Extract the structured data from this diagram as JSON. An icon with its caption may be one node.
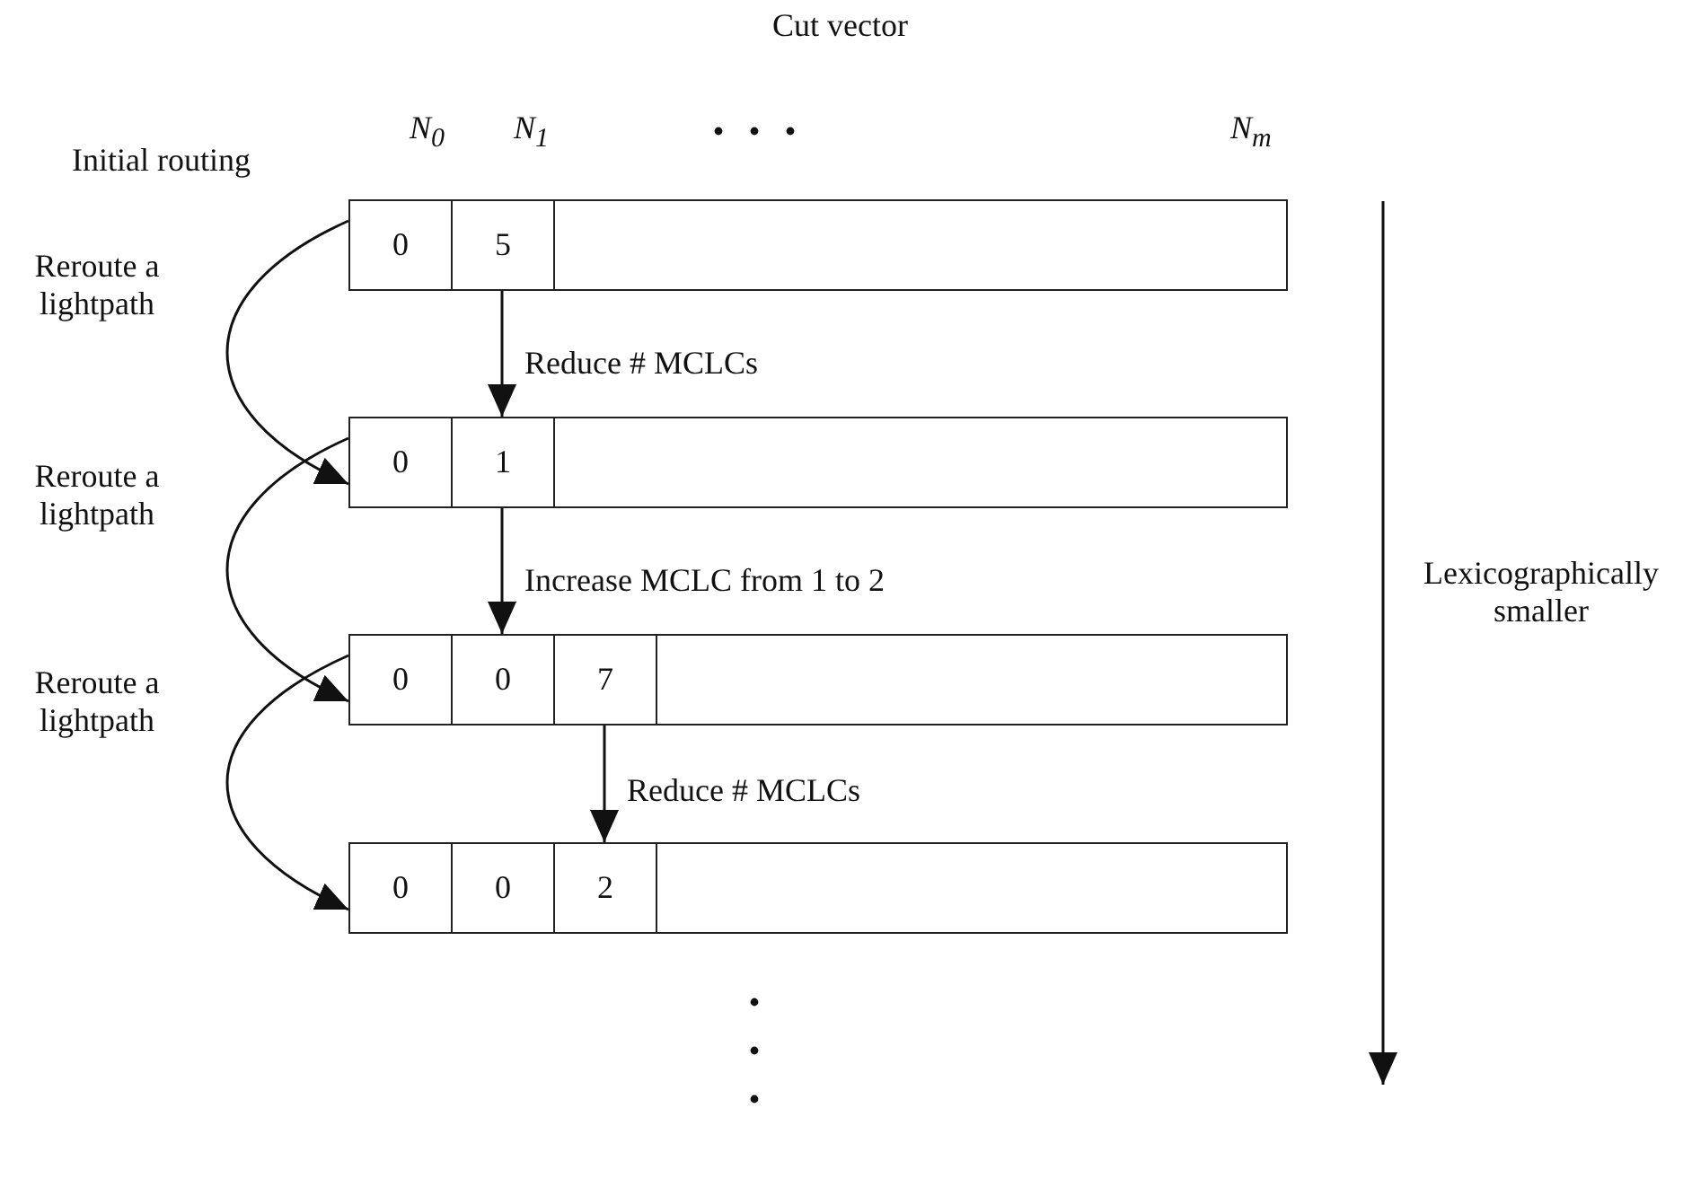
{
  "diagram": {
    "nodes": [
      {
        "text": [],
        "shape": "box",
        "beside": [
          "Initial routing"
        ]
      },
      {
        "text": [
          "0"
        ],
        "in": 0
      },
      {
        "text": [
          "5"
        ],
        "in": 0
      },
      {
        "text": [],
        "shape": "box"
      },
      {
        "text": [
          "0"
        ],
        "in": 3
      },
      {
        "text": [
          "1"
        ],
        "in": 3
      },
      {
        "text": [],
        "shape": "box"
      },
      {
        "text": [
          "0"
        ],
        "in": 6
      },
      {
        "text": [
          "0"
        ],
        "in": 6
      },
      {
        "text": [
          "7"
        ],
        "in": 6
      },
      {
        "text": [],
        "shape": "box"
      },
      {
        "text": [
          "0"
        ],
        "in": 10
      },
      {
        "text": [
          "0"
        ],
        "in": 10
      },
      {
        "text": [
          "2"
        ],
        "in": 10
      }
    ],
    "edges": [
      {
        "from": 1,
        "to": 4,
        "arrow": "to",
        "label": "Reroute a lightpath"
      },
      {
        "from": 2,
        "to": 5,
        "arrow": "to",
        "label": "Reduce # MCLCs"
      },
      {
        "from": 4,
        "to": 7,
        "arrow": "to",
        "label": "Reroute a lightpath"
      },
      {
        "from": 5,
        "to": 8,
        "arrow": "to",
        "label": "Increase MCLC from 1 to 2"
      },
      {
        "from": 7,
        "to": 11,
        "arrow": "to",
        "label": "Reroute a lightpath"
      },
      {
        "from": 9,
        "to": 13,
        "arrow": "to",
        "label": "Reduce # MCLCs"
      }
    ],
    "labels": [
      "Cut vector",
      "N$_{0}$",
      "N$_{1}$",
      "N$_{m}$",
      "Lexicographically smaller"
    ]
  }
}
